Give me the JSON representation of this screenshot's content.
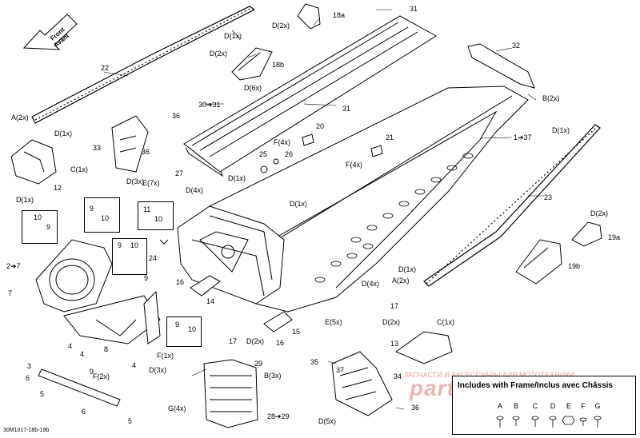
{
  "diagram_code": "30M1017-18b-19b",
  "front_badge": {
    "line1": "Front",
    "line2": "Avant"
  },
  "legend": {
    "title": "Includes with Frame/Inclus avec Châssis",
    "items": [
      "A",
      "B",
      "C",
      "D",
      "E",
      "F",
      "G"
    ]
  },
  "watermark": {
    "top": "ЗАПЧАСТИ И АКСЕССУАРЫ ДЛЯ МОТОТЕХНИКИ",
    "main": "partsfor.ru"
  },
  "callouts": {
    "c22": "22",
    "a2x": "A(2x)",
    "d1x_a": "D(1x)",
    "d1x_front": "D(1x)",
    "d2x_18a": "D(2x)",
    "n18a": "18a",
    "d2x_18b": "D(2x)",
    "n18b": "18b",
    "d6x": "D(6x)",
    "n31_top": "31",
    "n30_31": "30➔31",
    "n31_mid": "31",
    "n32": "32",
    "b2x_r": "B(2x)",
    "n36_a": "36",
    "n33": "33",
    "n36_b": "36",
    "c1x": "C(1x)",
    "d1x_left": "D(1x)",
    "n12": "12",
    "d3x_l": "D(3x)",
    "n20": "20",
    "f4x_a": "F(4x)",
    "n25": "25",
    "n26": "26",
    "n1_37": "1➔37",
    "d1x_r": "D(1x)",
    "n21": "21",
    "f4x_b": "F(4x)",
    "n27": "27",
    "e7x": "E(7x)",
    "d1x_m": "D(1x)",
    "d4x_m": "D(4x)",
    "d1x_m2": "D(1x)",
    "n23": "23",
    "d2x_19a": "D(2x)",
    "n19a": "19a",
    "n19b": "19b",
    "d1x_r2": "D(1x)",
    "a2x_r": "A(2x)",
    "d4x_r": "D(4x)",
    "n2_7": "2➔7",
    "n7": "7",
    "n24": "24",
    "n9_a": "9",
    "n16_a": "16",
    "n14": "14",
    "n17_a": "17",
    "d2x_b": "D(2x)",
    "n17_b": "17",
    "d2x_c": "D(2x)",
    "n16_b": "16",
    "n15": "15",
    "e5x": "E(5x)",
    "n4_a": "4",
    "n4_b": "4",
    "n8": "8",
    "n9_b": "9",
    "n4_c": "4",
    "d3x_b": "D(3x)",
    "f1x": "F(1x)",
    "n3": "3",
    "f2x": "F(2x)",
    "n6_a": "6",
    "n5_a": "5",
    "n6_b": "6",
    "n5_b": "5",
    "n29": "29",
    "b3x": "B(3x)",
    "g4x": "G(4x)",
    "n28_29": "28➔29",
    "n35": "35",
    "n37": "37",
    "n13": "13",
    "c1x_b": "C(1x)",
    "n34": "34",
    "n36_c": "36",
    "d5x": "D(5x)"
  },
  "boxes": {
    "box1": [
      "10",
      "9"
    ],
    "box2": [
      "9",
      "10"
    ],
    "box3": [
      "11",
      "10"
    ],
    "box4": [
      "9",
      "10"
    ],
    "box5": [
      "9",
      "10"
    ]
  }
}
